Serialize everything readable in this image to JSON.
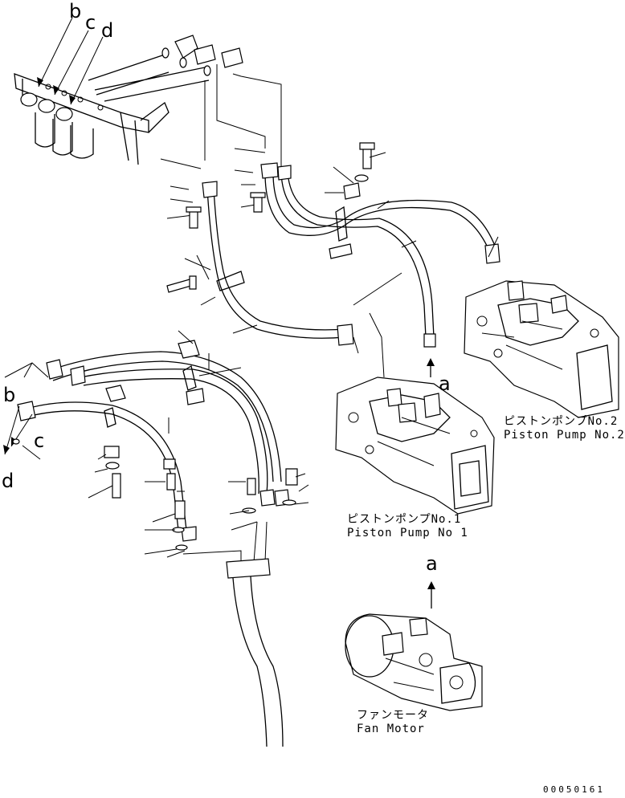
{
  "callout_letters": {
    "b_top": "b",
    "c_top": "c",
    "d_top": "d",
    "b_left": "b",
    "c_left": "c",
    "d_left": "d",
    "a_pump1": "a",
    "a_fan": "a"
  },
  "captions": {
    "pump2_jp": "ピストンポンプNo.2",
    "pump2_en": "Piston Pump No.2",
    "pump1_jp": "ピストンポンプNo.1",
    "pump1_en": "Piston Pump No 1",
    "fan_jp": "ファンモータ",
    "fan_en": "Fan Motor"
  },
  "document_number": "00050161"
}
